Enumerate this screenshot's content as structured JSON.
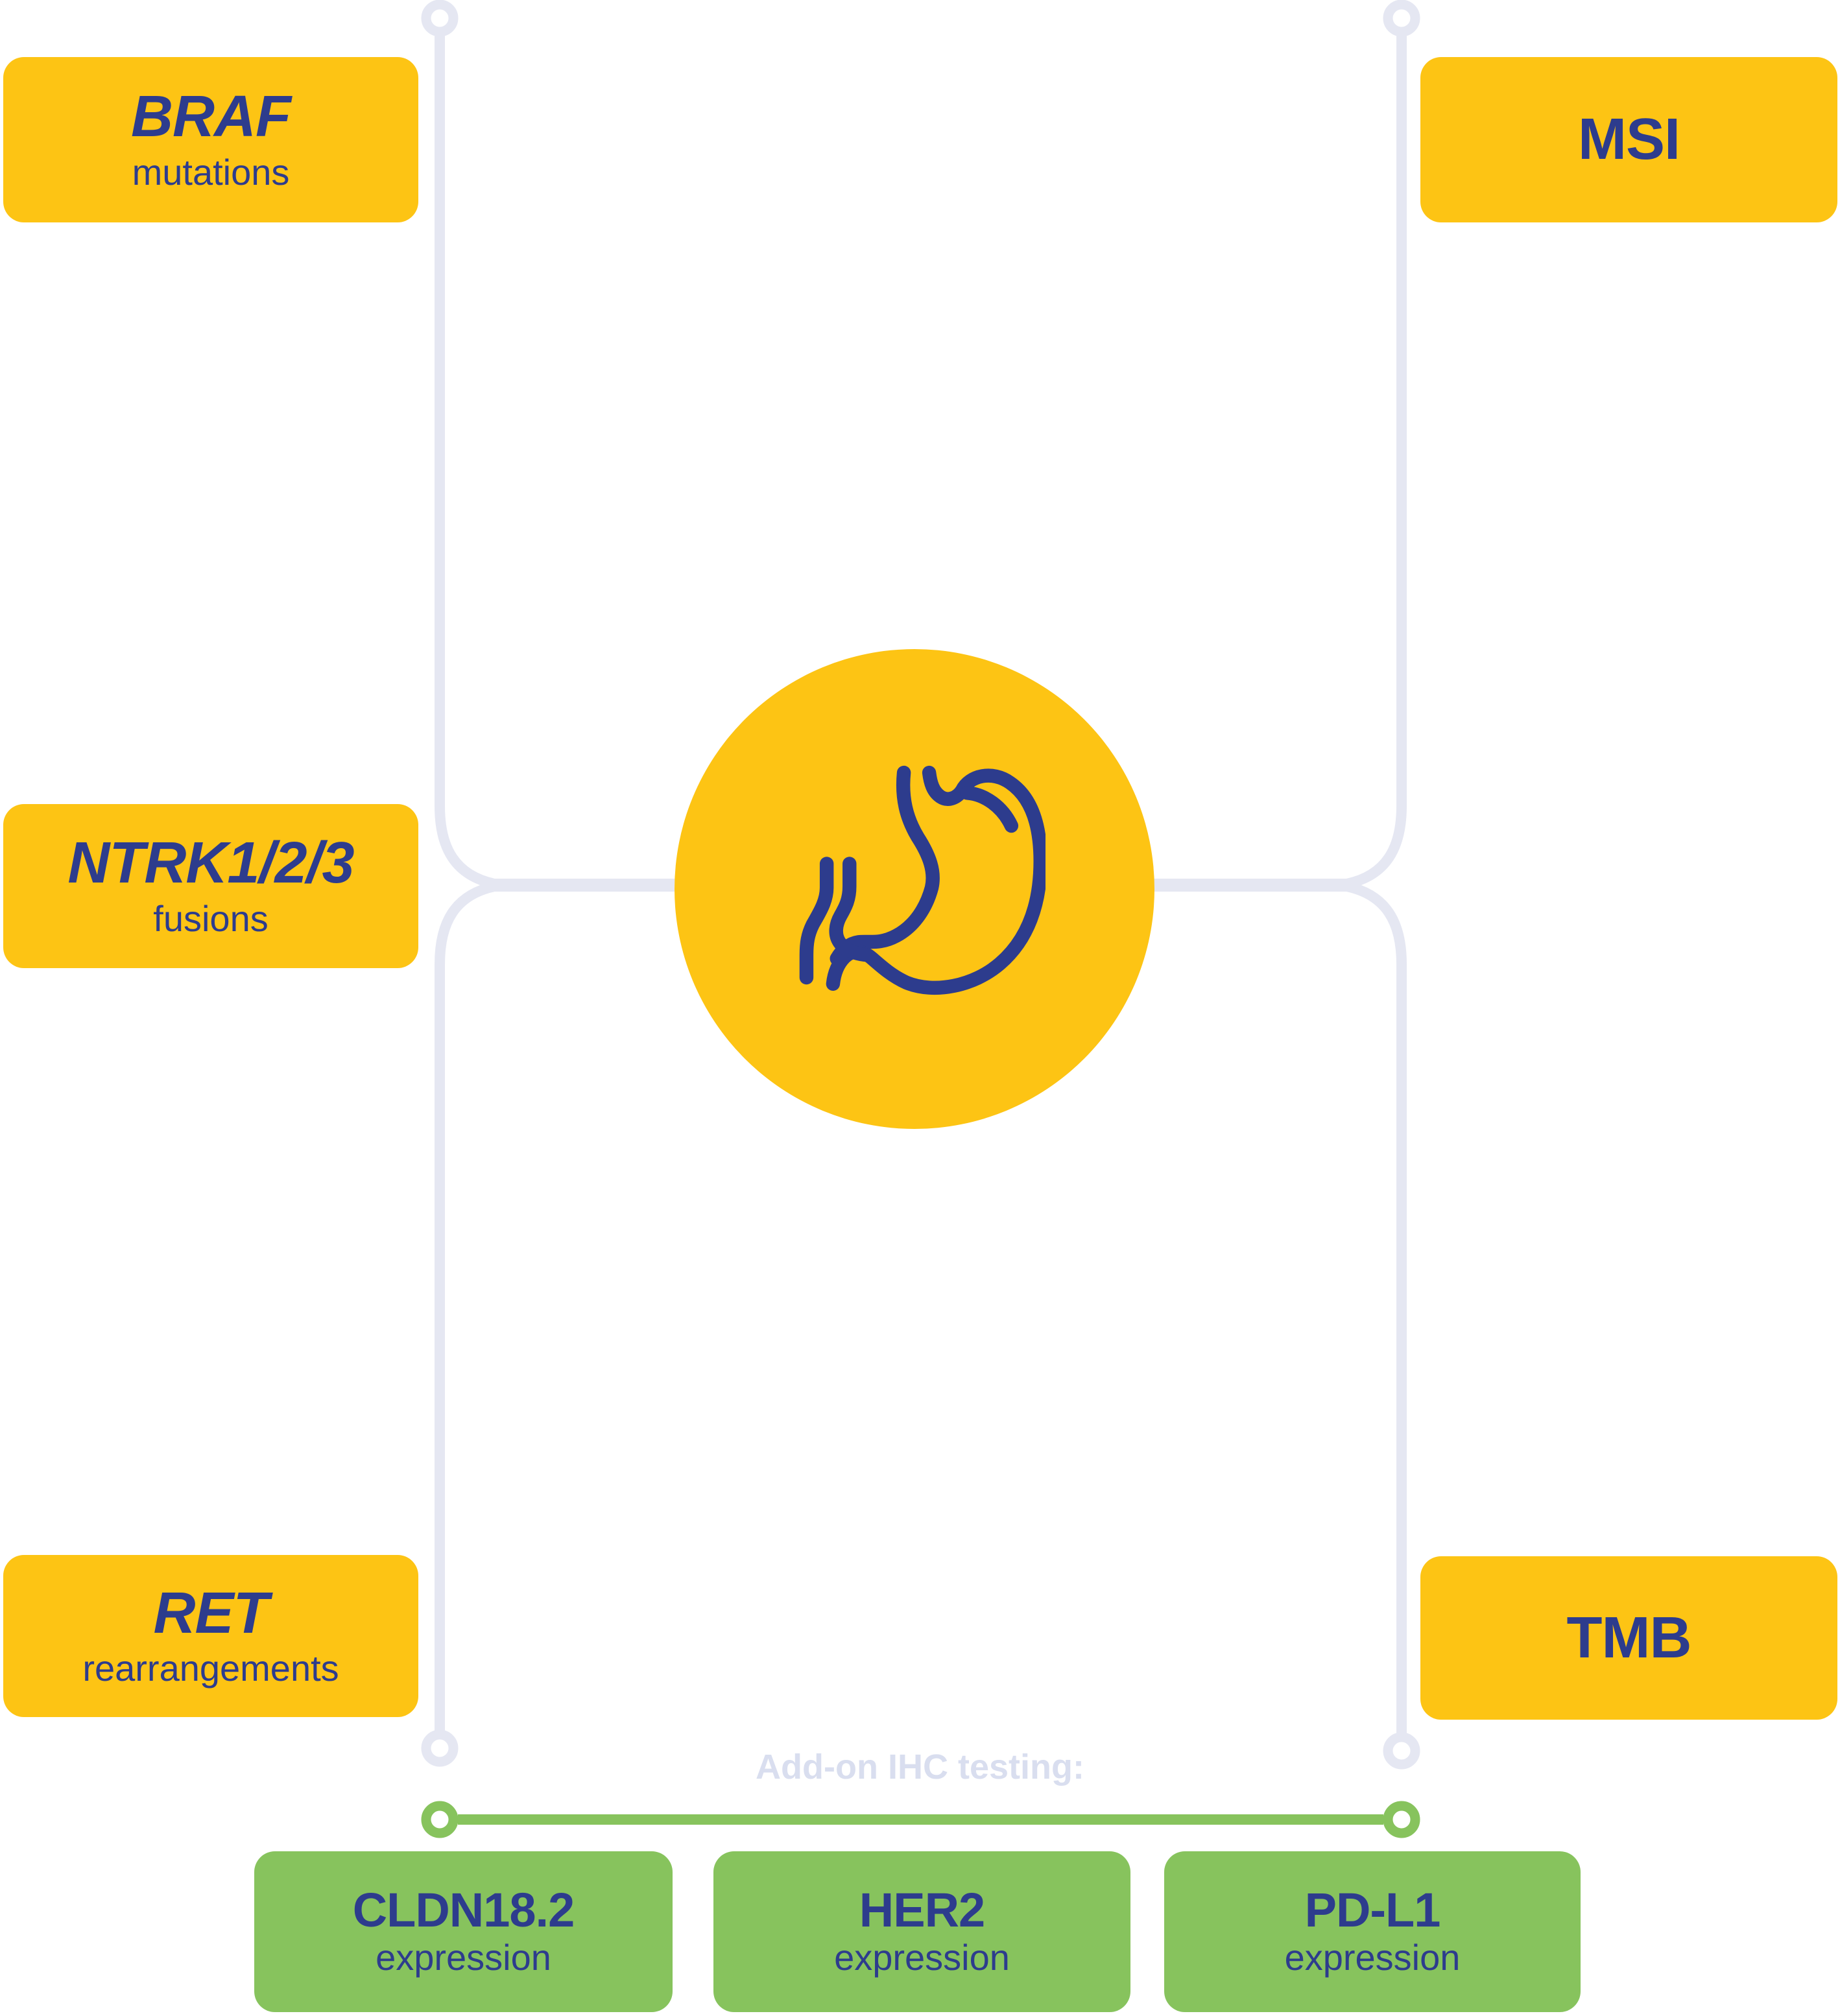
{
  "palette": {
    "yellow": "#FDC414",
    "green": "#87C35D",
    "navy": "#2D3C8D",
    "connector_gray": "#E5E7F2",
    "addon_label_gray": "#D9DEEF",
    "background": "#FFFFFF"
  },
  "center": {
    "icon": "stomach-icon"
  },
  "nodes": {
    "braf": {
      "name": "BRAF",
      "sub": "mutations"
    },
    "msi": {
      "name": "MSI"
    },
    "ntrk": {
      "name": "NTRK1/2/3",
      "sub": "fusions"
    },
    "ret": {
      "name": "RET",
      "sub": "rearrangements"
    },
    "tmb": {
      "name": "TMB"
    }
  },
  "addon": {
    "label": "Add-on IHC testing:",
    "items": [
      {
        "name": "CLDN18.2",
        "sub": "expression"
      },
      {
        "name": "HER2",
        "sub": "expression"
      },
      {
        "name": "PD-L1",
        "sub": "expression"
      }
    ]
  }
}
